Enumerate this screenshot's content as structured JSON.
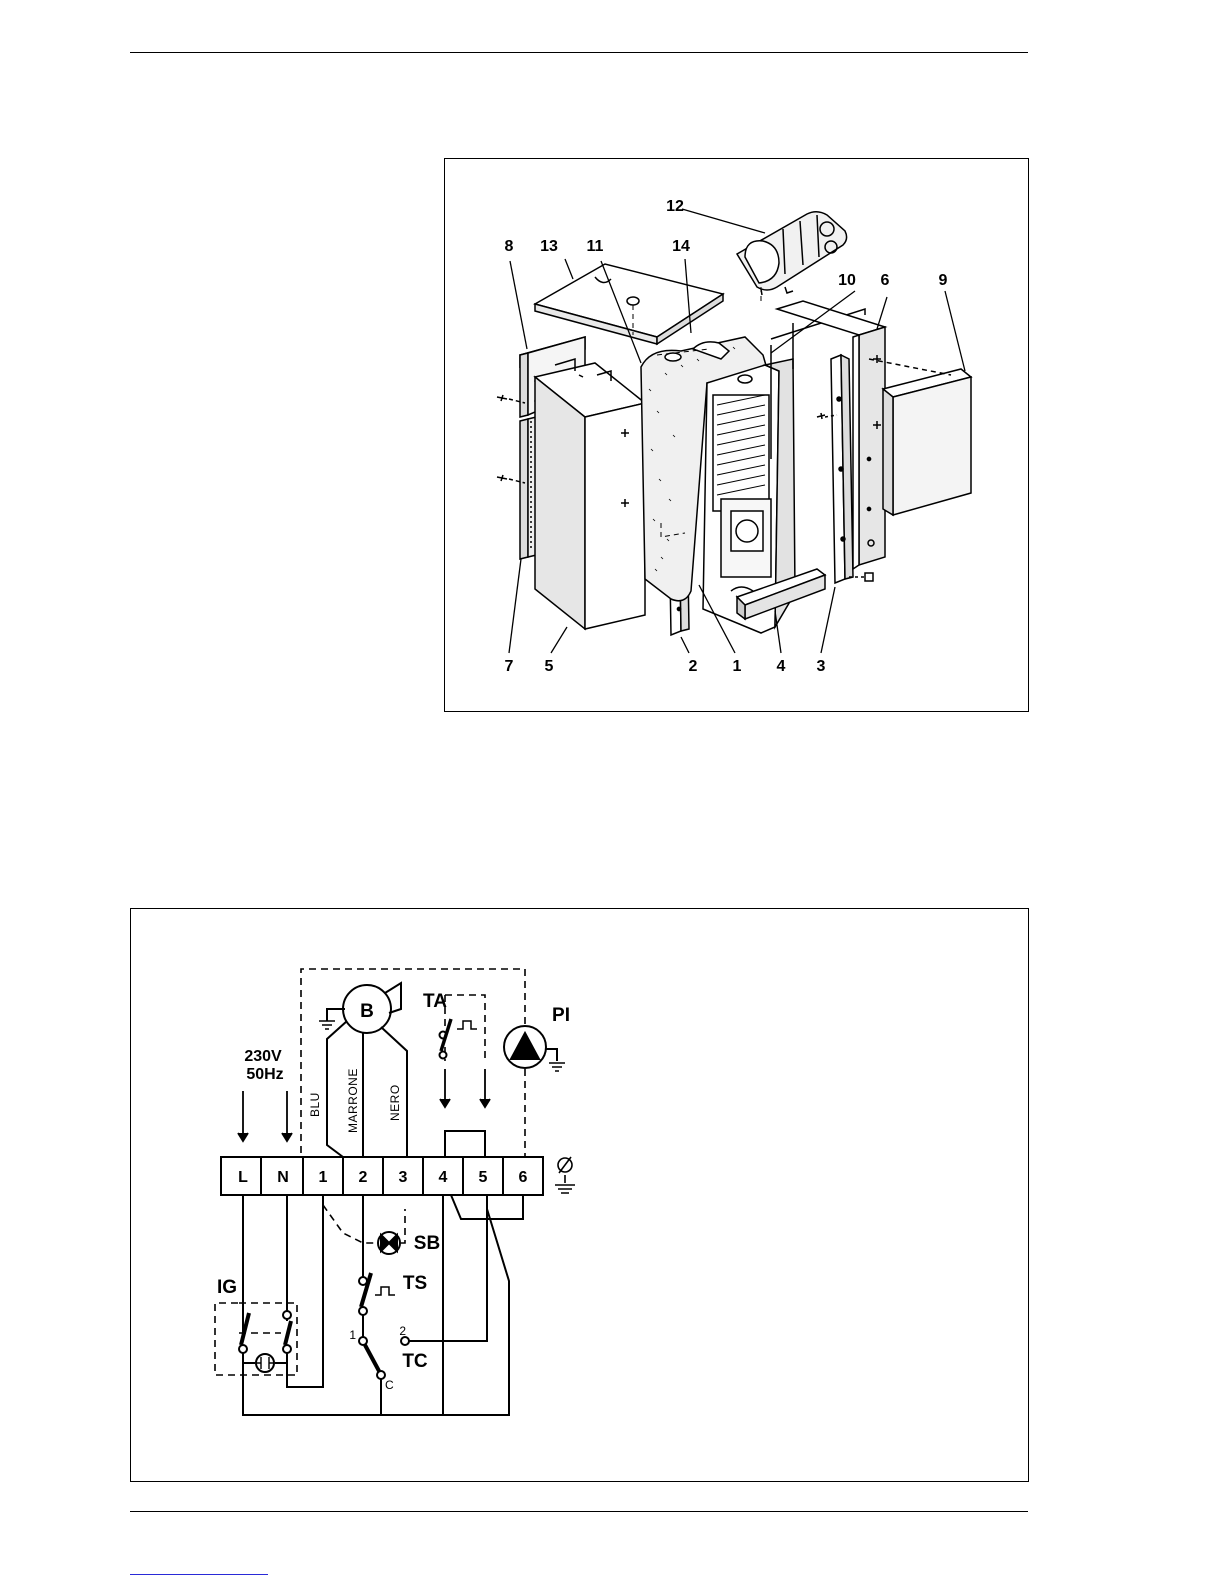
{
  "figure1": {
    "callouts": [
      "1",
      "2",
      "3",
      "4",
      "5",
      "6",
      "7",
      "8",
      "9",
      "10",
      "11",
      "12",
      "13",
      "14"
    ]
  },
  "figure2": {
    "supply": [
      "230V",
      "50Hz"
    ],
    "terminals": [
      "L",
      "N",
      "1",
      "2",
      "3",
      "4",
      "5",
      "6"
    ],
    "components": {
      "burner": "B",
      "room_thermostat": "TA",
      "pump": "PI",
      "lockout_lamp": "SB",
      "safety_thermostat": "TS",
      "boiler_thermostat": "TC",
      "main_switch": "IG"
    },
    "wires": [
      "BLU",
      "MARRONE",
      "NERO"
    ],
    "tc_contacts": [
      "1",
      "2",
      "C"
    ]
  }
}
